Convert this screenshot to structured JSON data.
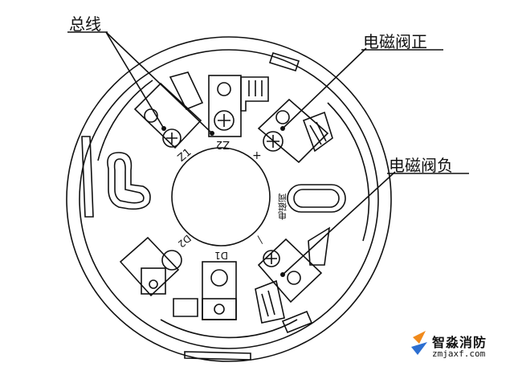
{
  "labels": {
    "bus": "总线",
    "valve_positive": "电磁阀正",
    "valve_negative": "电磁阀负"
  },
  "terminals": {
    "z1": "Z1",
    "z2": "Z2",
    "d1": "D1",
    "d2": "D2",
    "plus": "+",
    "minus": "—",
    "valve_vertical": "电磁阀"
  },
  "watermark": {
    "name": "智淼消防",
    "url": "zmjaxf.com"
  },
  "colors": {
    "line": "#111111",
    "logo_orange": "#f08a1c",
    "logo_blue": "#2d6fd1"
  }
}
